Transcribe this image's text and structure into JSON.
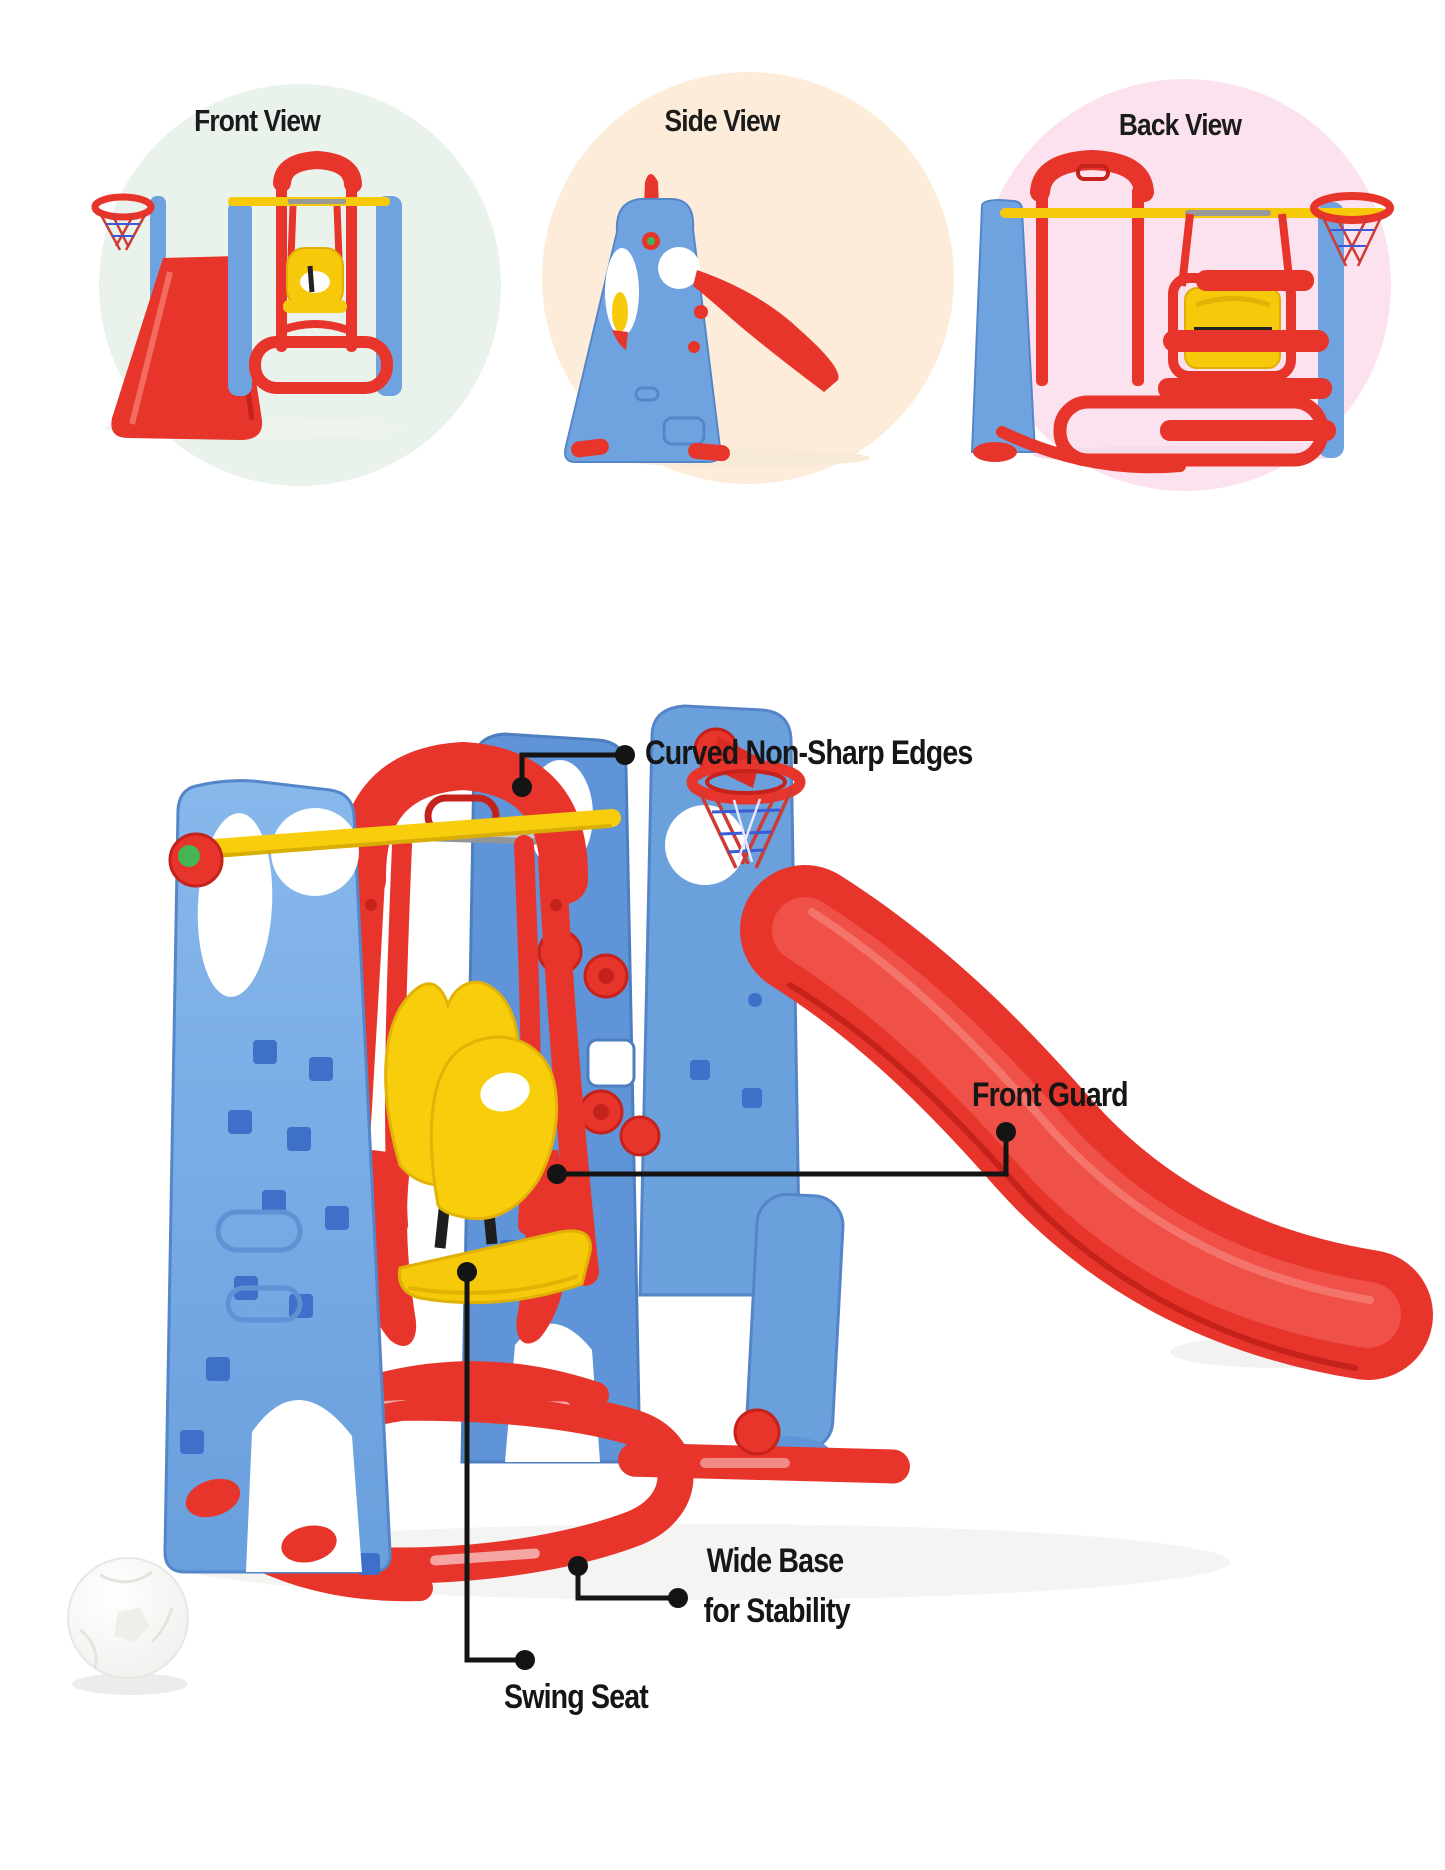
{
  "views": [
    {
      "label": "Front View",
      "bg": "#eaf2ec"
    },
    {
      "label": "Side View",
      "bg": "#fcecd9"
    },
    {
      "label": "Back View",
      "bg": "#fbe2ee"
    }
  ],
  "callouts": {
    "curved_edges": {
      "label": "Curved Non-Sharp Edges"
    },
    "front_guard": {
      "label": "Front Guard"
    },
    "wide_base": {
      "line1": "Wide Base",
      "line2": "for Stability"
    },
    "swing_seat": {
      "label": "Swing Seat"
    }
  },
  "colors": {
    "red": "#e8352c",
    "dark_red": "#c5221c",
    "blue_panel": "#6aa0dc",
    "blue_panel_dark": "#5f95d8",
    "yellow": "#f8cd0c",
    "callout_line": "#141414",
    "circle_front_bg": "#eaf2ec",
    "circle_side_bg": "#fcecd9",
    "circle_back_bg": "#fbe2ee"
  }
}
